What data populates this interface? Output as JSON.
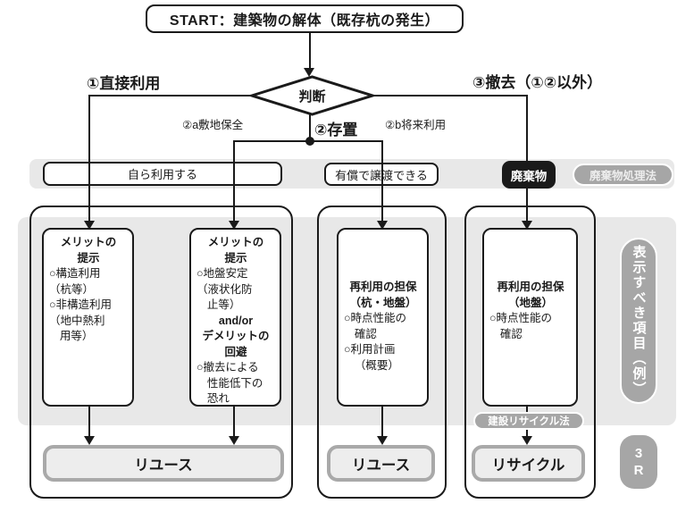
{
  "flow": {
    "start": "START：建築物の解体（既存杭の発生）",
    "decision": "判断",
    "branch1": "①直接利用",
    "branch2": "②存置",
    "branch2a": "②a敷地保全",
    "branch2b": "②b将来利用",
    "branch3": "③撤去（①②以外）"
  },
  "band": {
    "self_use": "自ら利用する",
    "transfer": "有償で譲渡できる",
    "waste": "廃棄物",
    "waste_law": "廃棄物処理法"
  },
  "panels": {
    "merit_direct": {
      "t1": "メリットの",
      "t2": "提示",
      "l1": "○構造利用",
      "l2": "（杭等）",
      "l3": "○非構造利用",
      "l4": "（地中熱利",
      "l5": "用等）"
    },
    "merit_keep": {
      "t1": "メリットの",
      "t2": "提示",
      "l1": "○地盤安定",
      "l2": "（液状化防",
      "l3": "止等）",
      "m1": "and/or",
      "m2": "デメリットの",
      "m3": "回避",
      "l4": "○撤去による",
      "l5": "性能低下の",
      "l6": "恐れ"
    },
    "reuse_guarantee": {
      "t1": "再利用の担保",
      "t2": "（杭・地盤）",
      "l1": "○時点性能の",
      "l2": "確認",
      "l3": "○利用計画",
      "l4": "（概要）"
    },
    "recycle_guarantee": {
      "t1": "再利用の担保",
      "t2": "（地盤）",
      "l1": "○時点性能の",
      "l2": "確認"
    }
  },
  "bottom": {
    "reuse1": "リユース",
    "reuse2": "リユース",
    "recycle": "リサイクル",
    "recycle_law": "建設リサイクル法"
  },
  "sidebar": {
    "items_label": "表示すべき項目（例）",
    "three_r": "3\nR"
  },
  "colors": {
    "zone_gray": "#e8e8e8",
    "pill_gray": "#a6a6a6",
    "line_black": "#1a1a1a",
    "reuse_border": "#a9a9a9",
    "reuse_fill": "#ededed"
  }
}
